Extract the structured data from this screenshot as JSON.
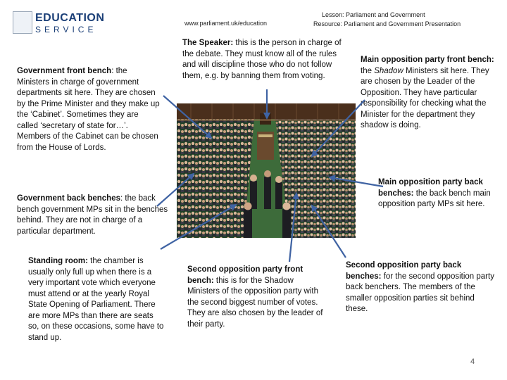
{
  "header": {
    "logo_title": "EDUCATION",
    "logo_subtitle": "SERVICE",
    "url": "www.parliament.uk/education",
    "lesson": "Lesson: Parliament and Government",
    "resource": "Resource: Parliament and Government Presentation"
  },
  "callouts": {
    "speaker": {
      "title": "The Speaker:",
      "text": " this is the person in charge of the debate. They must know all of the rules and will discipline those who do not follow them, e.g. by banning them from voting."
    },
    "gov_front": {
      "title": "Government front bench",
      "text": ": the Ministers in charge of government departments sit here. They are chosen by the Prime Minister and they make up the ‘Cabinet’. Sometimes they are called ‘secretary of state for…’. Members of the Cabinet can be chosen from the House of Lords."
    },
    "opp_front": {
      "title": "Main opposition party front bench:",
      "text_pre": " the ",
      "italic": "Shadow",
      "text_post": " Ministers sit here. They are chosen by the Leader of the Opposition. They have particular responsibility for checking what the Minister for the department they shadow is doing."
    },
    "gov_back": {
      "title": "Government back benches",
      "text": ": the back bench government MPs sit in the benches behind. They are not in charge of a particular department."
    },
    "opp_back": {
      "title": "Main opposition party back benches:",
      "text": " the back bench main opposition party MPs sit here."
    },
    "standing": {
      "title": "Standing room:",
      "text": " the chamber is usually only full up when there is a very important vote which everyone must attend or at the yearly Royal State Opening of Parliament. There are more MPs than there are seats so, on these occasions, some have to stand up."
    },
    "second_front": {
      "title": "Second opposition party front bench:",
      "text": " this is for the Shadow Ministers of the opposition party with the second biggest number of votes. They are also chosen by the leader of their party."
    },
    "second_back": {
      "title": "Second opposition party back benches:",
      "text": " for the second opposition party back benchers. The members of the smaller opposition parties sit behind these."
    }
  },
  "page_number": "4",
  "colors": {
    "arrow": "#3f63a3",
    "logo": "#1b3f77",
    "carpet": "#3d6b3a",
    "bench": "#1f5a2a"
  }
}
